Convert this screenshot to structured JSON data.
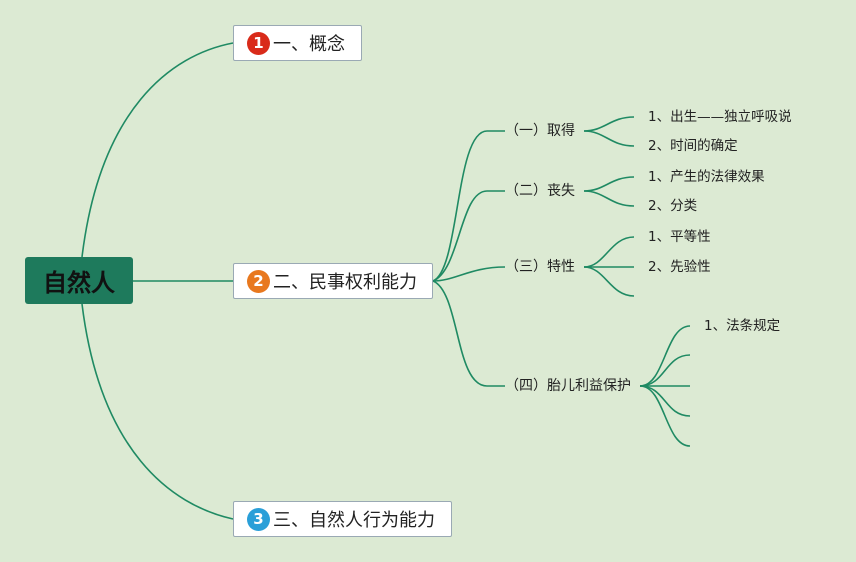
{
  "root": {
    "label": "自然人",
    "color": "#1e7a5c"
  },
  "branches": [
    {
      "number": "1",
      "number_color": "#d92b1a",
      "label": "一、概念"
    },
    {
      "number": "2",
      "number_color": "#e8781e",
      "label": "二、民事权利能力"
    },
    {
      "number": "3",
      "number_color": "#2a9fd8",
      "label": "三、自然人行为能力"
    }
  ],
  "subtopics": [
    {
      "label": "（一）取得",
      "leaves": [
        "1、出生——独立呼吸说",
        "2、时间的确定"
      ]
    },
    {
      "label": "（二）丧失",
      "leaves": [
        "1、产生的法律效果",
        "2、分类"
      ]
    },
    {
      "label": "（三）特性",
      "leaves": [
        "1、平等性",
        "2、先验性",
        ""
      ]
    },
    {
      "label": "（四）胎儿利益保护",
      "leaves": [
        "1、法条规定",
        "",
        "",
        "",
        ""
      ]
    }
  ],
  "connector_color": "#1f8a63"
}
